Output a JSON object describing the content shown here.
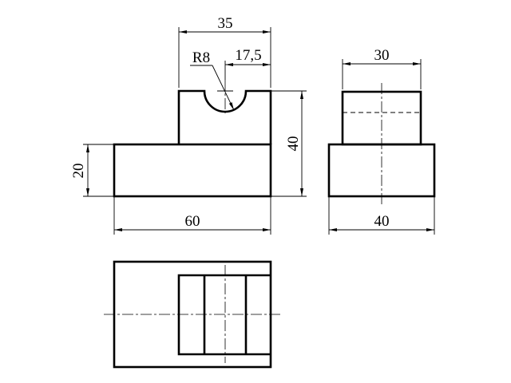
{
  "drawing": {
    "front_view": {
      "dim_width_top": "35",
      "dim_half_width": "17,5",
      "dim_radius": "R8",
      "dim_height_total": "40",
      "dim_height_base": "20",
      "dim_width_base": "60"
    },
    "side_view": {
      "dim_width_top": "30",
      "dim_width_base": "40"
    }
  }
}
